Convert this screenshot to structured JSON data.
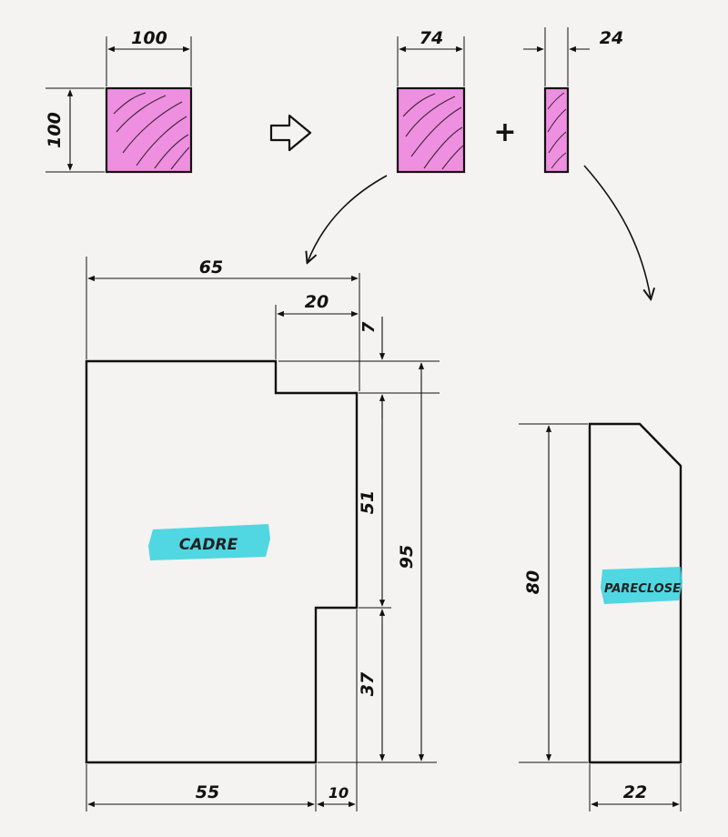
{
  "colors": {
    "paper": "#f4f3f1",
    "ink": "#111111",
    "wood_fill": "#ee8fe0",
    "highlight": "#3fd4e0"
  },
  "icons": {
    "transform_arrow": "outline-right-arrow-icon",
    "plus": "plus-icon"
  },
  "stock": {
    "width": "100",
    "height": "100"
  },
  "split": {
    "main_width": "74",
    "strip_width": "24",
    "plus": "+"
  },
  "cadre": {
    "label": "CADRE",
    "dims": {
      "top_total": "65",
      "rebate_width": "20",
      "rebate_depth": "7",
      "middle_height": "51",
      "lower_height": "37",
      "total_height": "95",
      "bottom_left": "55",
      "bottom_right": "10"
    }
  },
  "pareclose": {
    "label": "PARECLOSE",
    "dims": {
      "height": "80",
      "width": "22"
    }
  }
}
